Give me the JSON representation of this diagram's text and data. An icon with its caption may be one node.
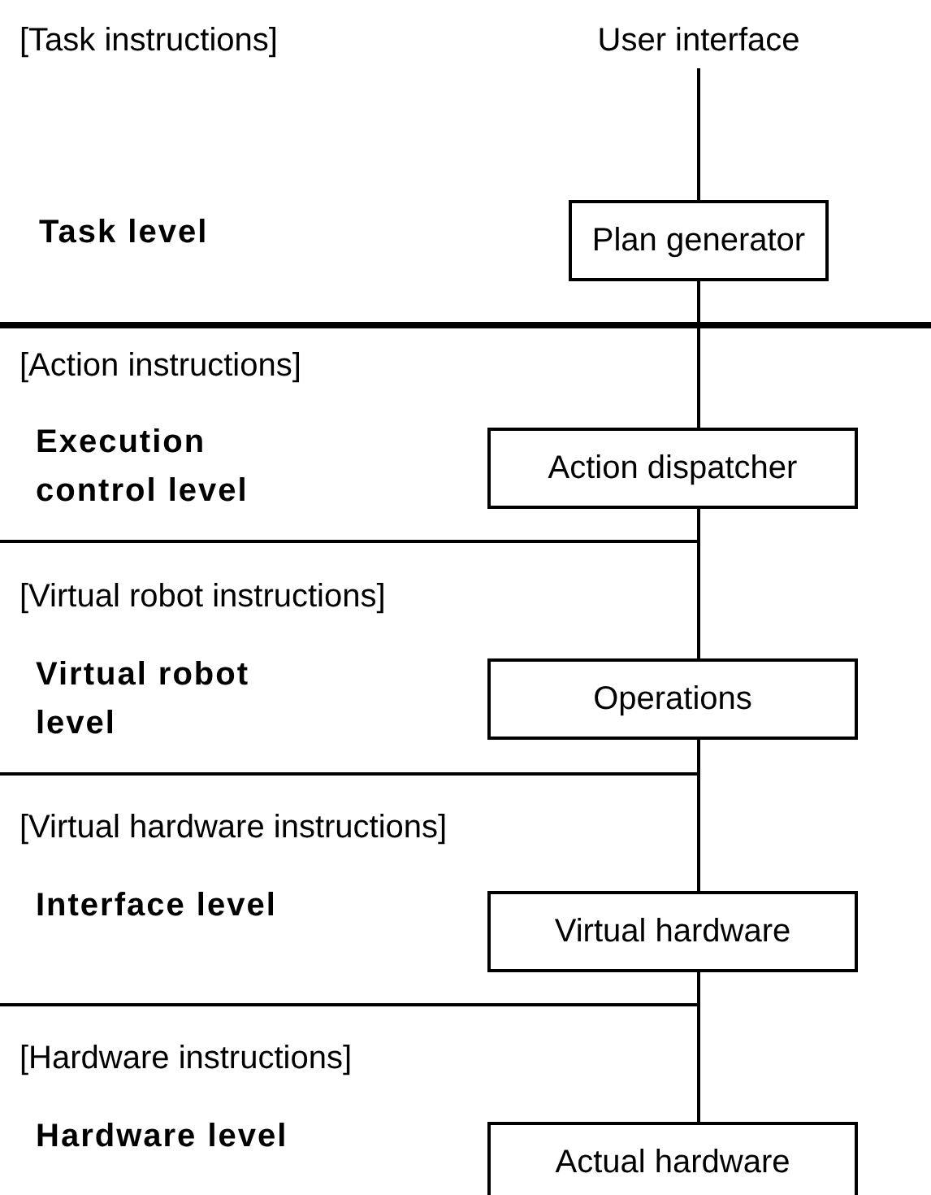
{
  "diagram": {
    "nodes": [
      {
        "text": [
          "User interface"
        ]
      },
      {
        "text": [
          "Plan generator"
        ]
      },
      {
        "text": [
          "Action dispatcher"
        ]
      },
      {
        "text": [
          "Operations"
        ]
      },
      {
        "text": [
          "Virtual hardware"
        ]
      },
      {
        "text": [
          "Actual hardware"
        ]
      }
    ],
    "edges": [
      {
        "from": 0,
        "to": 1,
        "arrow": "none"
      },
      {
        "from": 1,
        "to": 2,
        "arrow": "none"
      },
      {
        "from": 2,
        "to": 3,
        "arrow": "none"
      },
      {
        "from": 3,
        "to": 4,
        "arrow": "none"
      },
      {
        "from": 4,
        "to": 5,
        "arrow": "none"
      }
    ],
    "labels": [
      "[Task instructions]",
      "Task level",
      "[Action instructions]",
      "Execution control level",
      "[Virtual robot instructions]",
      "Virtual robot level",
      "[Virtual hardware instructions]",
      "Interface level",
      "[Hardware instructions]",
      "Hardware level"
    ]
  }
}
